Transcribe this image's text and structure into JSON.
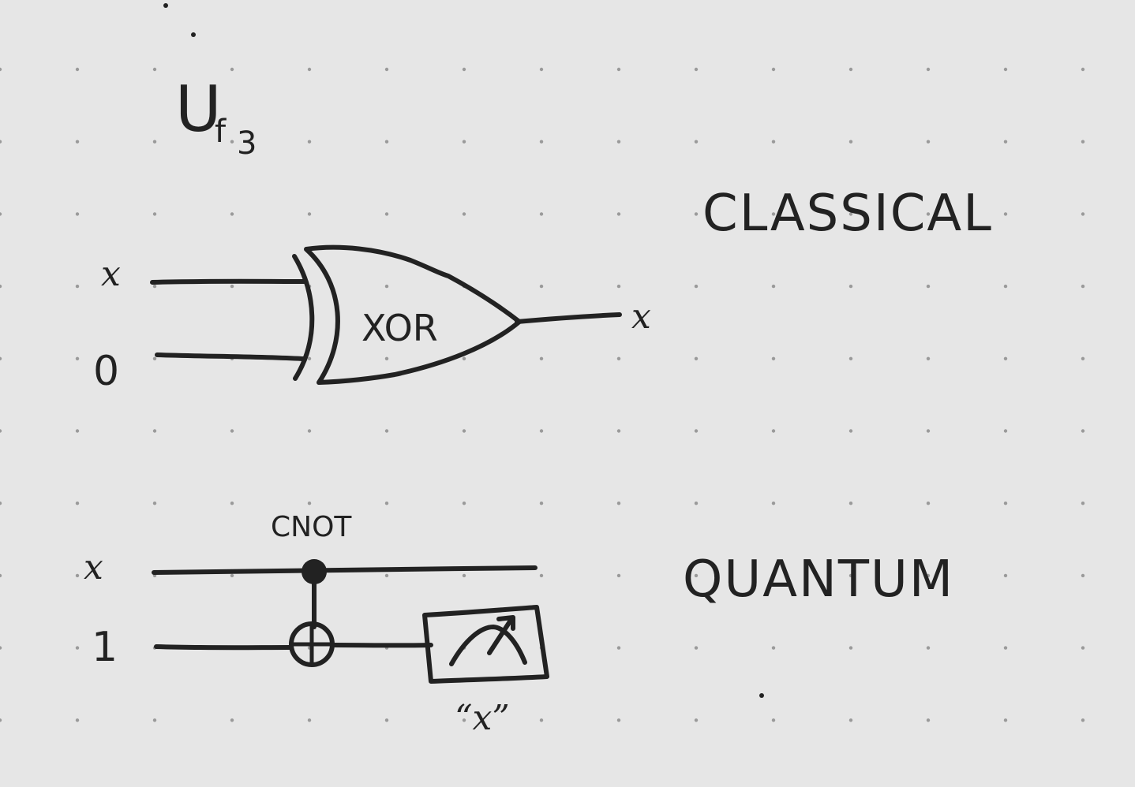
{
  "title": {
    "main": "U",
    "subscript": "f",
    "index": "3"
  },
  "classical": {
    "heading": "CLASSICAL",
    "gate_label": "XOR",
    "input_top": "x",
    "input_bottom": "0",
    "output": "x"
  },
  "quantum": {
    "heading": "QUANTUM",
    "gate_label": "CNOT",
    "wire_top": "x",
    "wire_bottom": "1",
    "measurement_label": "“x”"
  },
  "colors": {
    "background": "#e6e6e6",
    "ink": "#222222",
    "grid_dot": "#9a9a9a"
  }
}
